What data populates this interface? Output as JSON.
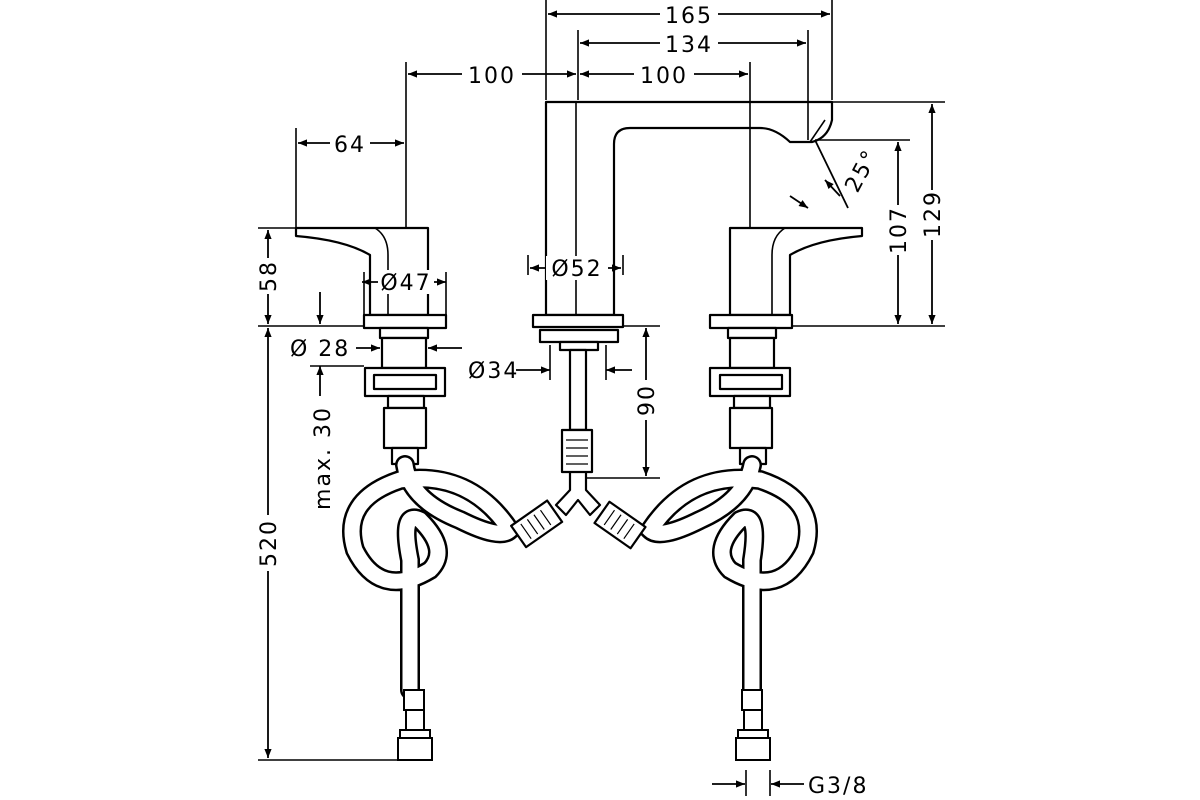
{
  "dimensions": {
    "total_width": "165",
    "spout_reach": "134",
    "left_spacing": "100",
    "right_spacing": "100",
    "handle_reach": "64",
    "handle_height": "58",
    "spout_outlet_height": "107",
    "spout_total_height": "129",
    "spout_angle": "25°",
    "handle_base_diameter": "Ø47",
    "spout_base_diameter": "Ø52",
    "handle_shank_diameter": "Ø 28",
    "spout_shank_diameter": "Ø34",
    "max_counter_thickness": "max. 30",
    "spout_shank_length": "90",
    "hose_length": "520",
    "connection_thread": "G3/8"
  }
}
